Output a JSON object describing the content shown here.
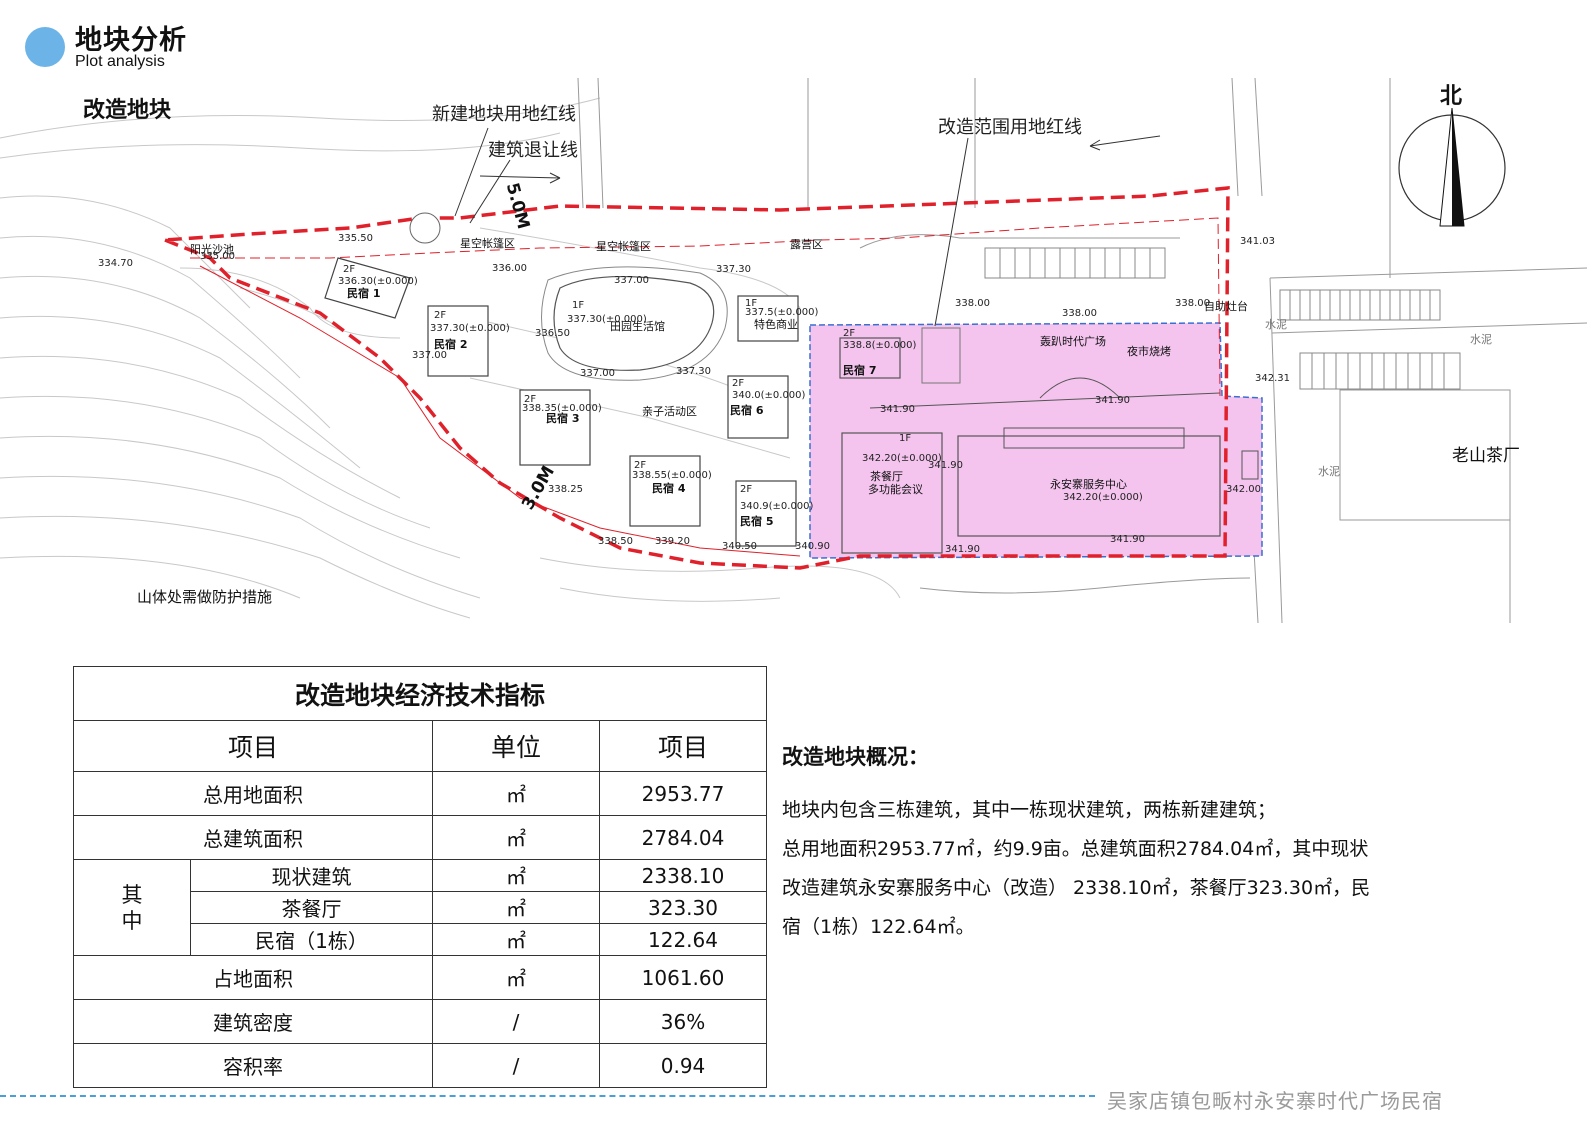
{
  "header": {
    "title": "地块分析",
    "subtitle": "Plot analysis",
    "dot_color": "#6cb4e8"
  },
  "plan": {
    "title": "改造地块",
    "callouts": {
      "new_red_line": "新建地块用地红线",
      "setback_line": "建筑退让线",
      "renovation_red_line": "改造范围用地红线",
      "north": "北",
      "tea_factory": "老山茶厂",
      "slope_note": "山体处需做防护措施"
    },
    "zones": {
      "sun_pool": "阳光沙池",
      "star_tent_1": "星空帐篷区",
      "star_tent_2": "星空帐篷区",
      "camping": "露营区",
      "garden_hall": "田园生活馆",
      "special_shop": "特色商业",
      "family_area": "亲子活动区",
      "bbq_stove": "自助灶台",
      "plaza": "轰趴时代广场",
      "night_market": "夜市烧烤",
      "tea_room": "茶餐厅",
      "meeting": "多功能会议",
      "service_center": "永安寨服务中心",
      "cement_1": "水泥",
      "cement_2": "水泥",
      "cement_3": "水泥"
    },
    "dimensions": {
      "d5": "5.0M",
      "d3": "3.0M"
    },
    "buildings": [
      {
        "floors": "2F",
        "name": "民宿 1",
        "elev": "336.30(±0.000)"
      },
      {
        "floors": "2F",
        "name": "民宿 2",
        "elev": "337.30(±0.000)"
      },
      {
        "floors": "2F",
        "name": "民宿 3",
        "elev": "338.35(±0.000)"
      },
      {
        "floors": "2F",
        "name": "民宿 4",
        "elev": "338.55(±0.000)"
      },
      {
        "floors": "2F",
        "name": "民宿 5",
        "elev": "340.9(±0.000)"
      },
      {
        "floors": "2F",
        "name": "民宿 6",
        "elev": "340.0(±0.000)"
      },
      {
        "floors": "2F",
        "name": "民宿 7",
        "elev": "338.8(±0.000)"
      },
      {
        "floors": "1F",
        "name": "",
        "elev": "337.30(±0.000)"
      },
      {
        "floors": "1F",
        "name": "",
        "elev": "337.5(±0.000)"
      },
      {
        "floors": "1F",
        "name": "",
        "elev": "342.20(±0.000)"
      }
    ],
    "service_elev": "342.20(±0.000)",
    "levels": [
      "334.70",
      "335.00",
      "335.50",
      "336.00",
      "336.50",
      "337.00",
      "337.30",
      "338.00",
      "338.00",
      "338.00",
      "341.03",
      "342.31",
      "341.90",
      "341.90",
      "341.90",
      "341.90",
      "341.90",
      "340.90",
      "340.50",
      "339.20",
      "338.25",
      "338.50",
      "337.00",
      "337.00",
      "337.30",
      "342.00"
    ]
  },
  "table": {
    "title": "改造地块经济技术指标",
    "headers": [
      "项目",
      "单位",
      "项目"
    ],
    "rows": [
      {
        "label": "总用地面积",
        "unit": "㎡",
        "value": "2953.77"
      },
      {
        "label": "总建筑面积",
        "unit": "㎡",
        "value": "2784.04"
      }
    ],
    "group_label": "其中",
    "sub_rows": [
      {
        "label": "现状建筑",
        "unit": "㎡",
        "value": "2338.10"
      },
      {
        "label": "茶餐厅",
        "unit": "㎡",
        "value": "323.30"
      },
      {
        "label": "民宿（1栋）",
        "unit": "㎡",
        "value": "122.64"
      }
    ],
    "rows2": [
      {
        "label": "占地面积",
        "unit": "㎡",
        "value": "1061.60"
      },
      {
        "label": "建筑密度",
        "unit": "/",
        "value": "36%"
      },
      {
        "label": "容积率",
        "unit": "/",
        "value": "0.94"
      }
    ]
  },
  "summary": {
    "title": "改造地块概况：",
    "lines": [
      "地块内包含三栋建筑，其中一栋现状建筑，两栋新建建筑；",
      "总用地面积2953.77㎡，约9.9亩。总建筑面积2784.04㎡，其中现状",
      "改造建筑永安寨服务中心（改造） 2338.10㎡，茶餐厅323.30㎡，民",
      "宿（1栋）122.64㎡。"
    ]
  },
  "footer": {
    "text": "吴家店镇包畈村永安寨时代广场民宿",
    "line_color": "#4a9fd8"
  },
  "colors": {
    "red_line": "#e0202a",
    "pink_fill": "#f4c4ee",
    "blue_dash": "#3a6fd0"
  }
}
